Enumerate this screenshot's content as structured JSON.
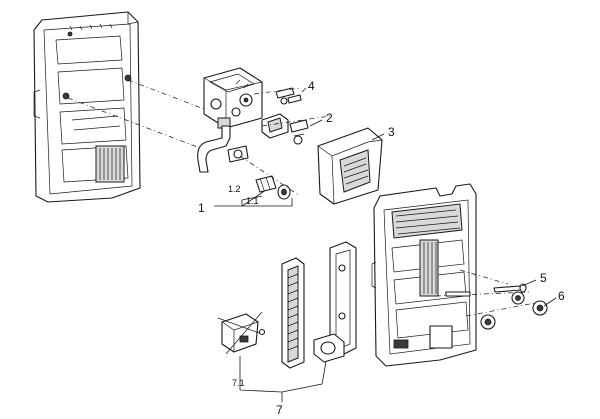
{
  "callouts": {
    "c1": "1",
    "c1_2": "1.2",
    "c1_1": "1.1",
    "c2": "2",
    "c3": "3",
    "c4": "4",
    "c5": "5",
    "c6": "6",
    "c7": "7",
    "c7_1": "7.1"
  },
  "colors": {
    "line": "#1a1a1a",
    "shade": "#d9d9d9",
    "background": "#ffffff"
  }
}
